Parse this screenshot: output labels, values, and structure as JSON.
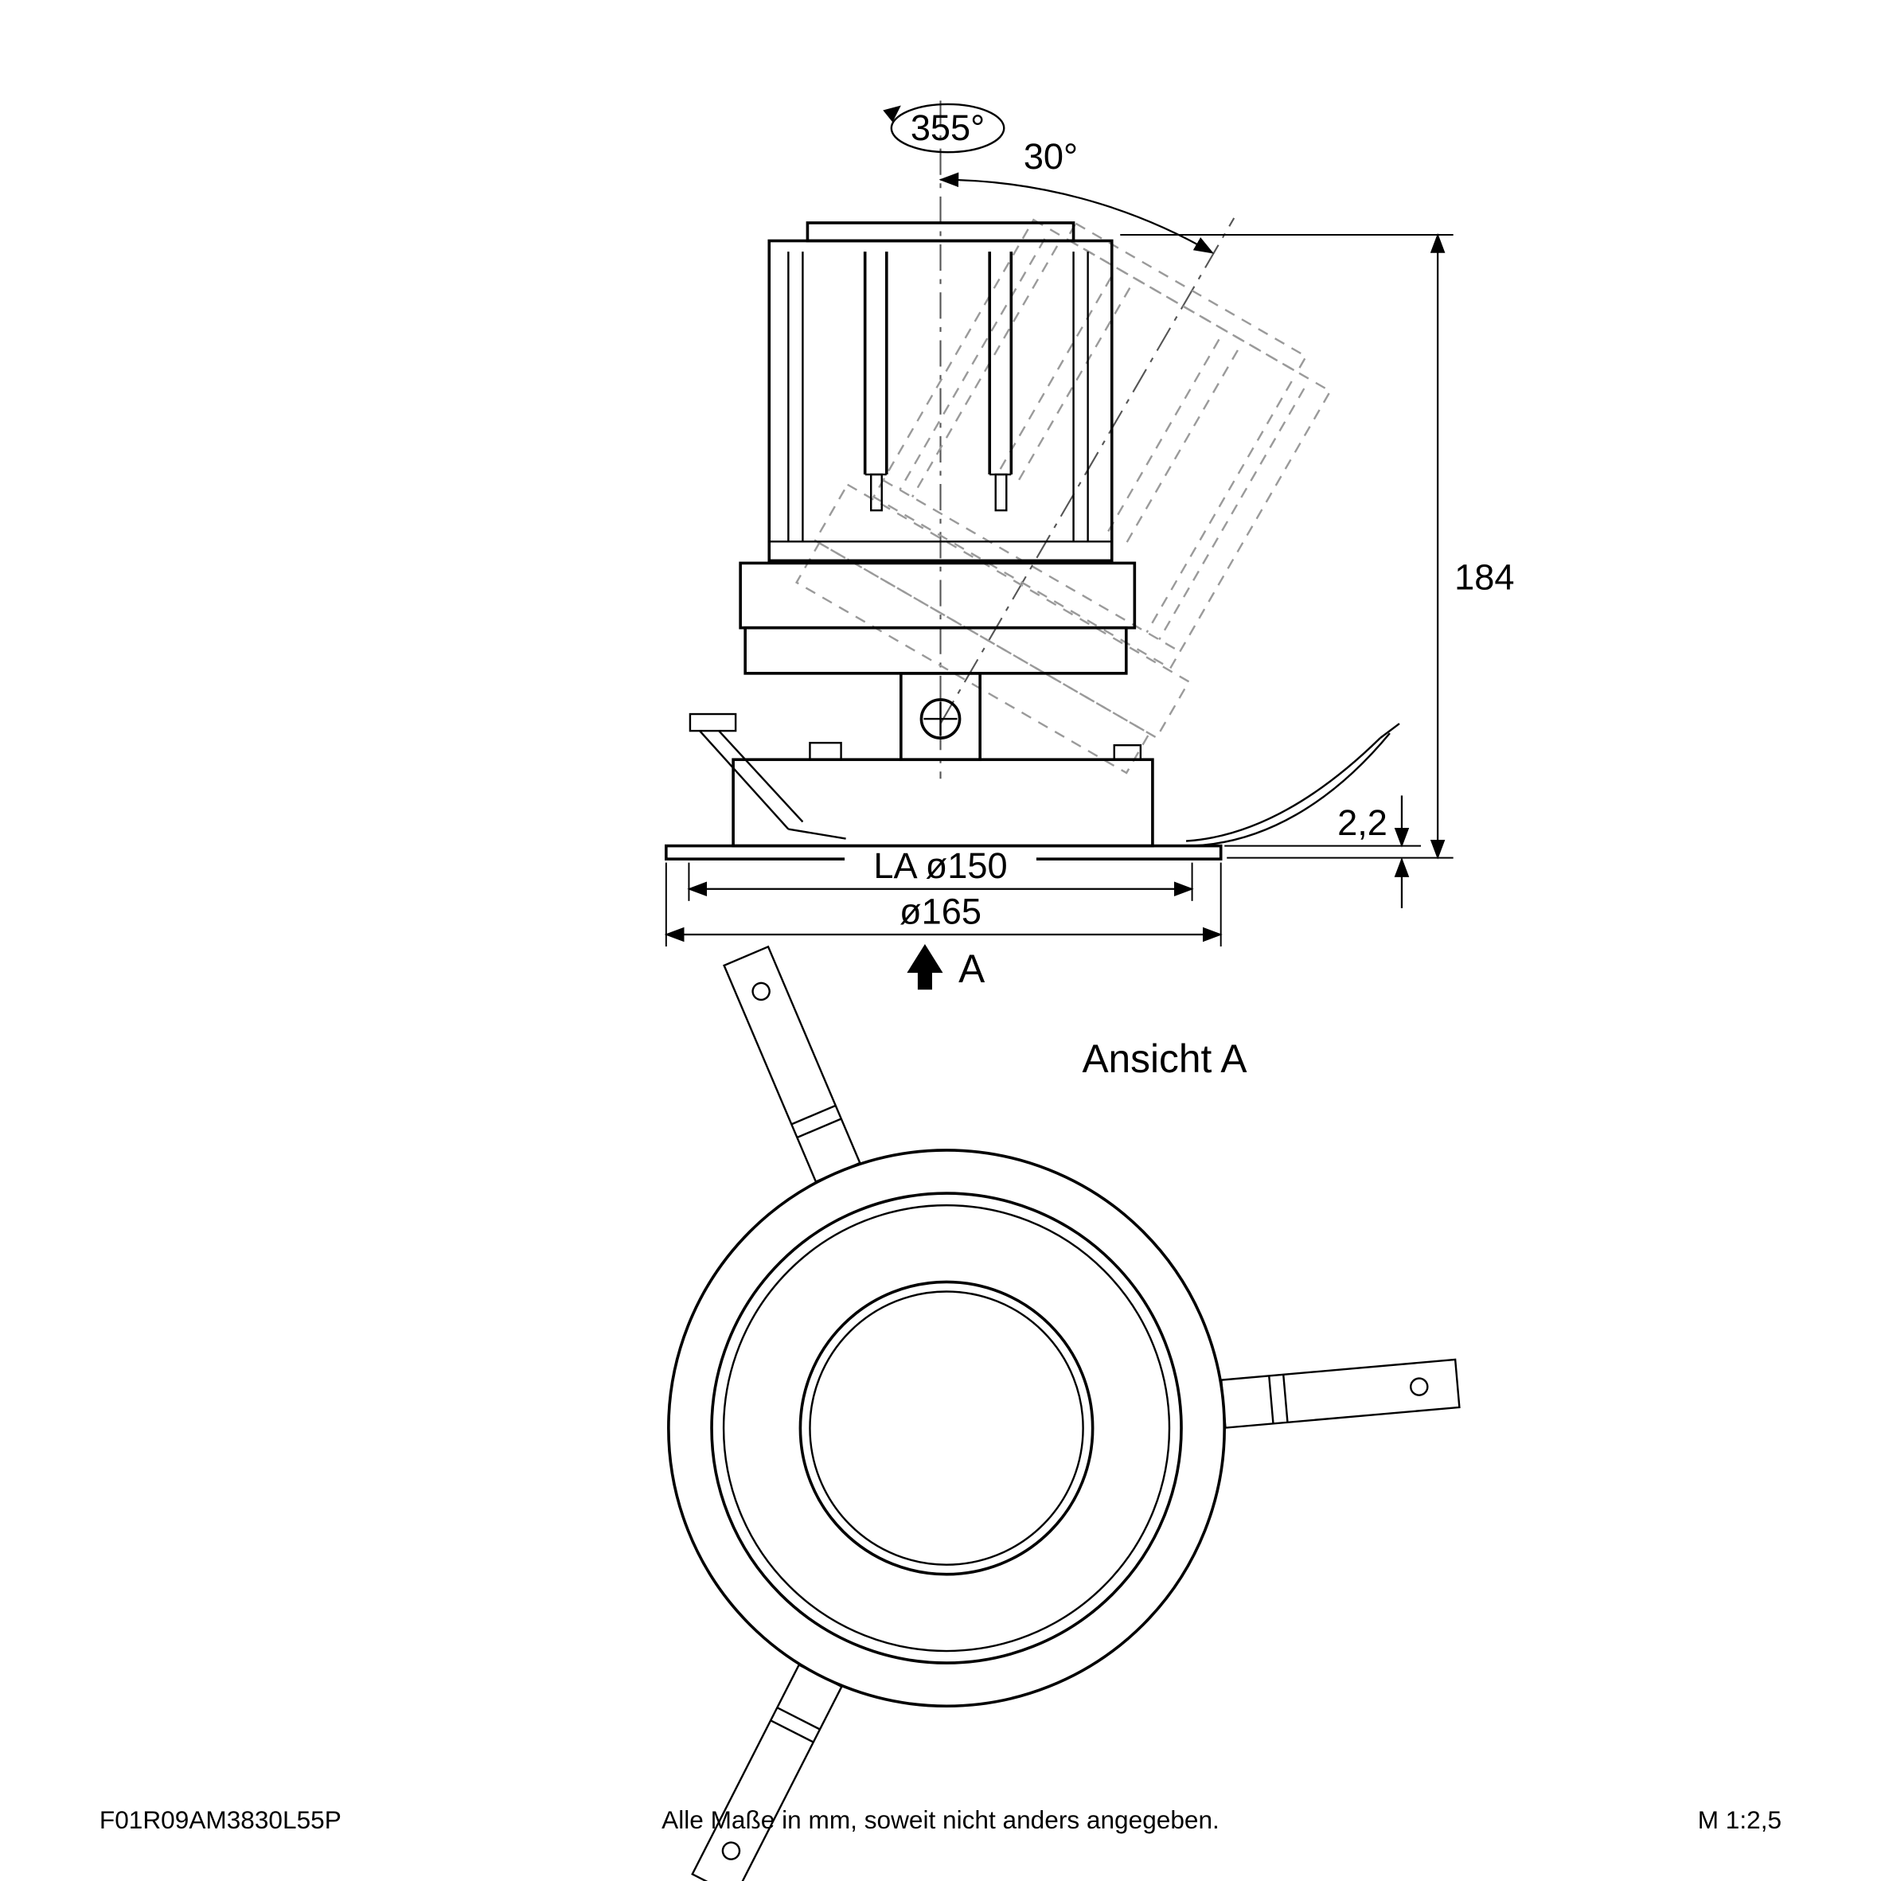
{
  "labels": {
    "rotation_angle": "355°",
    "tilt_angle": "30°",
    "overall_height": "184",
    "flange_thickness": "2,2",
    "cutout_diameter": "LA ø150",
    "outer_diameter": "ø165",
    "view_marker": "A",
    "view_title": "Ansicht A"
  },
  "footer": {
    "article_number": "F01R09AM3830L55P",
    "note": "Alle Maße in mm, soweit nicht anders angegeben.",
    "scale": "M 1:2,5"
  },
  "colors": {
    "ink": "#000000",
    "ghost_line": "#9a9a9a",
    "background": "#ffffff"
  }
}
